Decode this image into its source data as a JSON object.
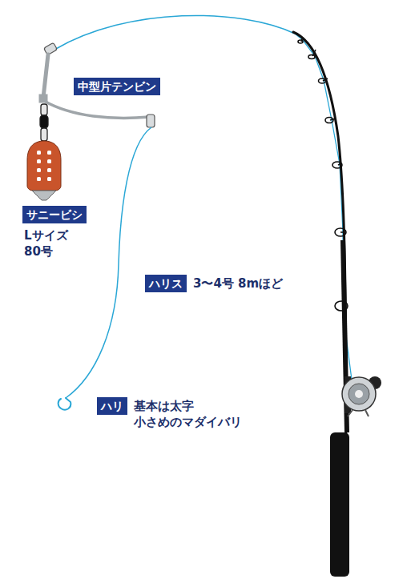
{
  "diagram": {
    "nodes": [
      {
        "text": [
          "中型片テンビン"
        ]
      },
      {
        "text": [
          "サニービシ",
          "Lサイズ 80号"
        ]
      },
      {
        "text": [
          "ハリス",
          "3〜4号 8mほど"
        ]
      },
      {
        "text": [
          "ハリ",
          "基本は太字 小さめのマダイバリ"
        ]
      }
    ]
  }
}
